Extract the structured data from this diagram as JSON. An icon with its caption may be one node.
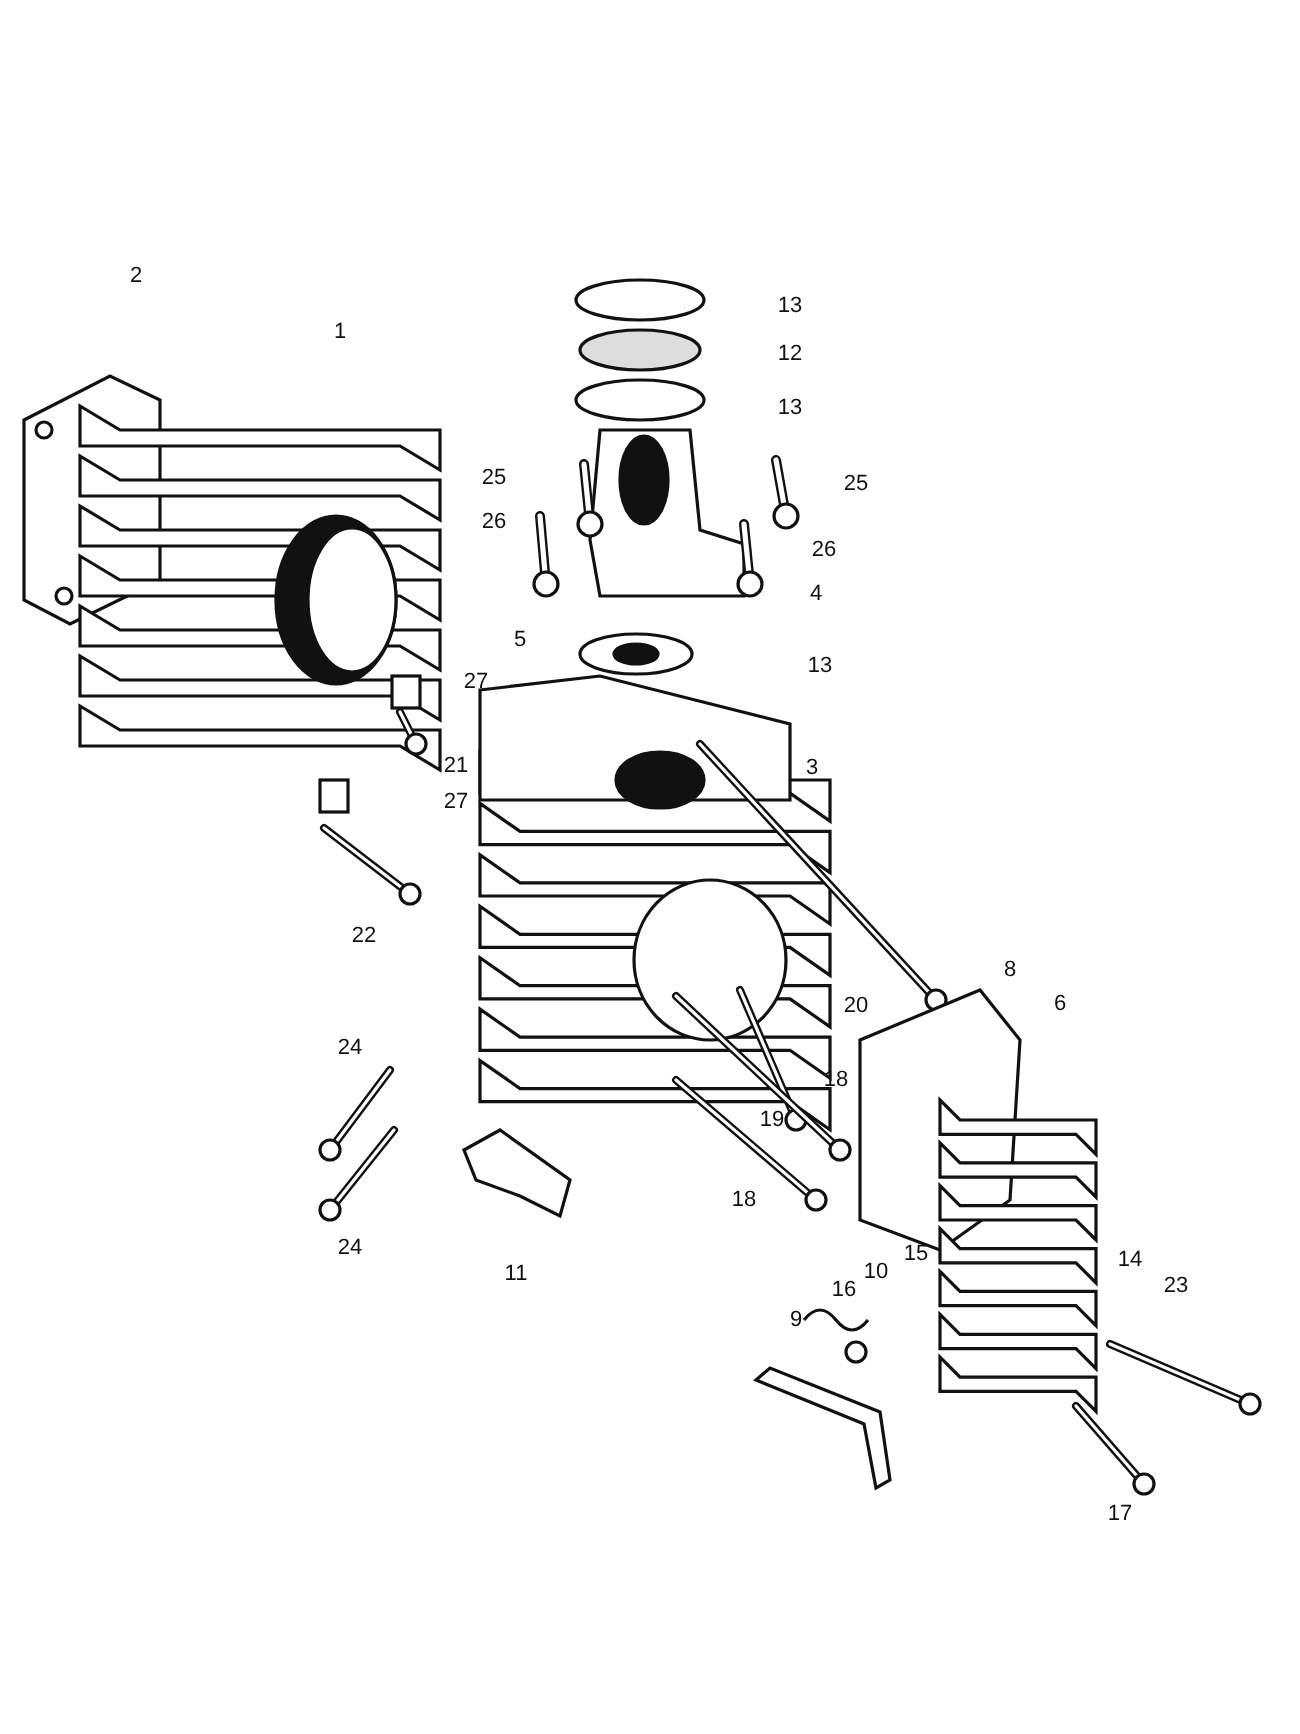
{
  "diagram": {
    "labels": [
      "2",
      "13",
      "1",
      "12",
      "13",
      "25",
      "25",
      "26",
      "26",
      "4",
      "5",
      "13",
      "27",
      "21",
      "3",
      "27",
      "22",
      "8",
      "6",
      "20",
      "24",
      "18",
      "19",
      "18",
      "24",
      "15",
      "14",
      "10",
      "11",
      "16",
      "23",
      "9",
      "17"
    ]
  }
}
